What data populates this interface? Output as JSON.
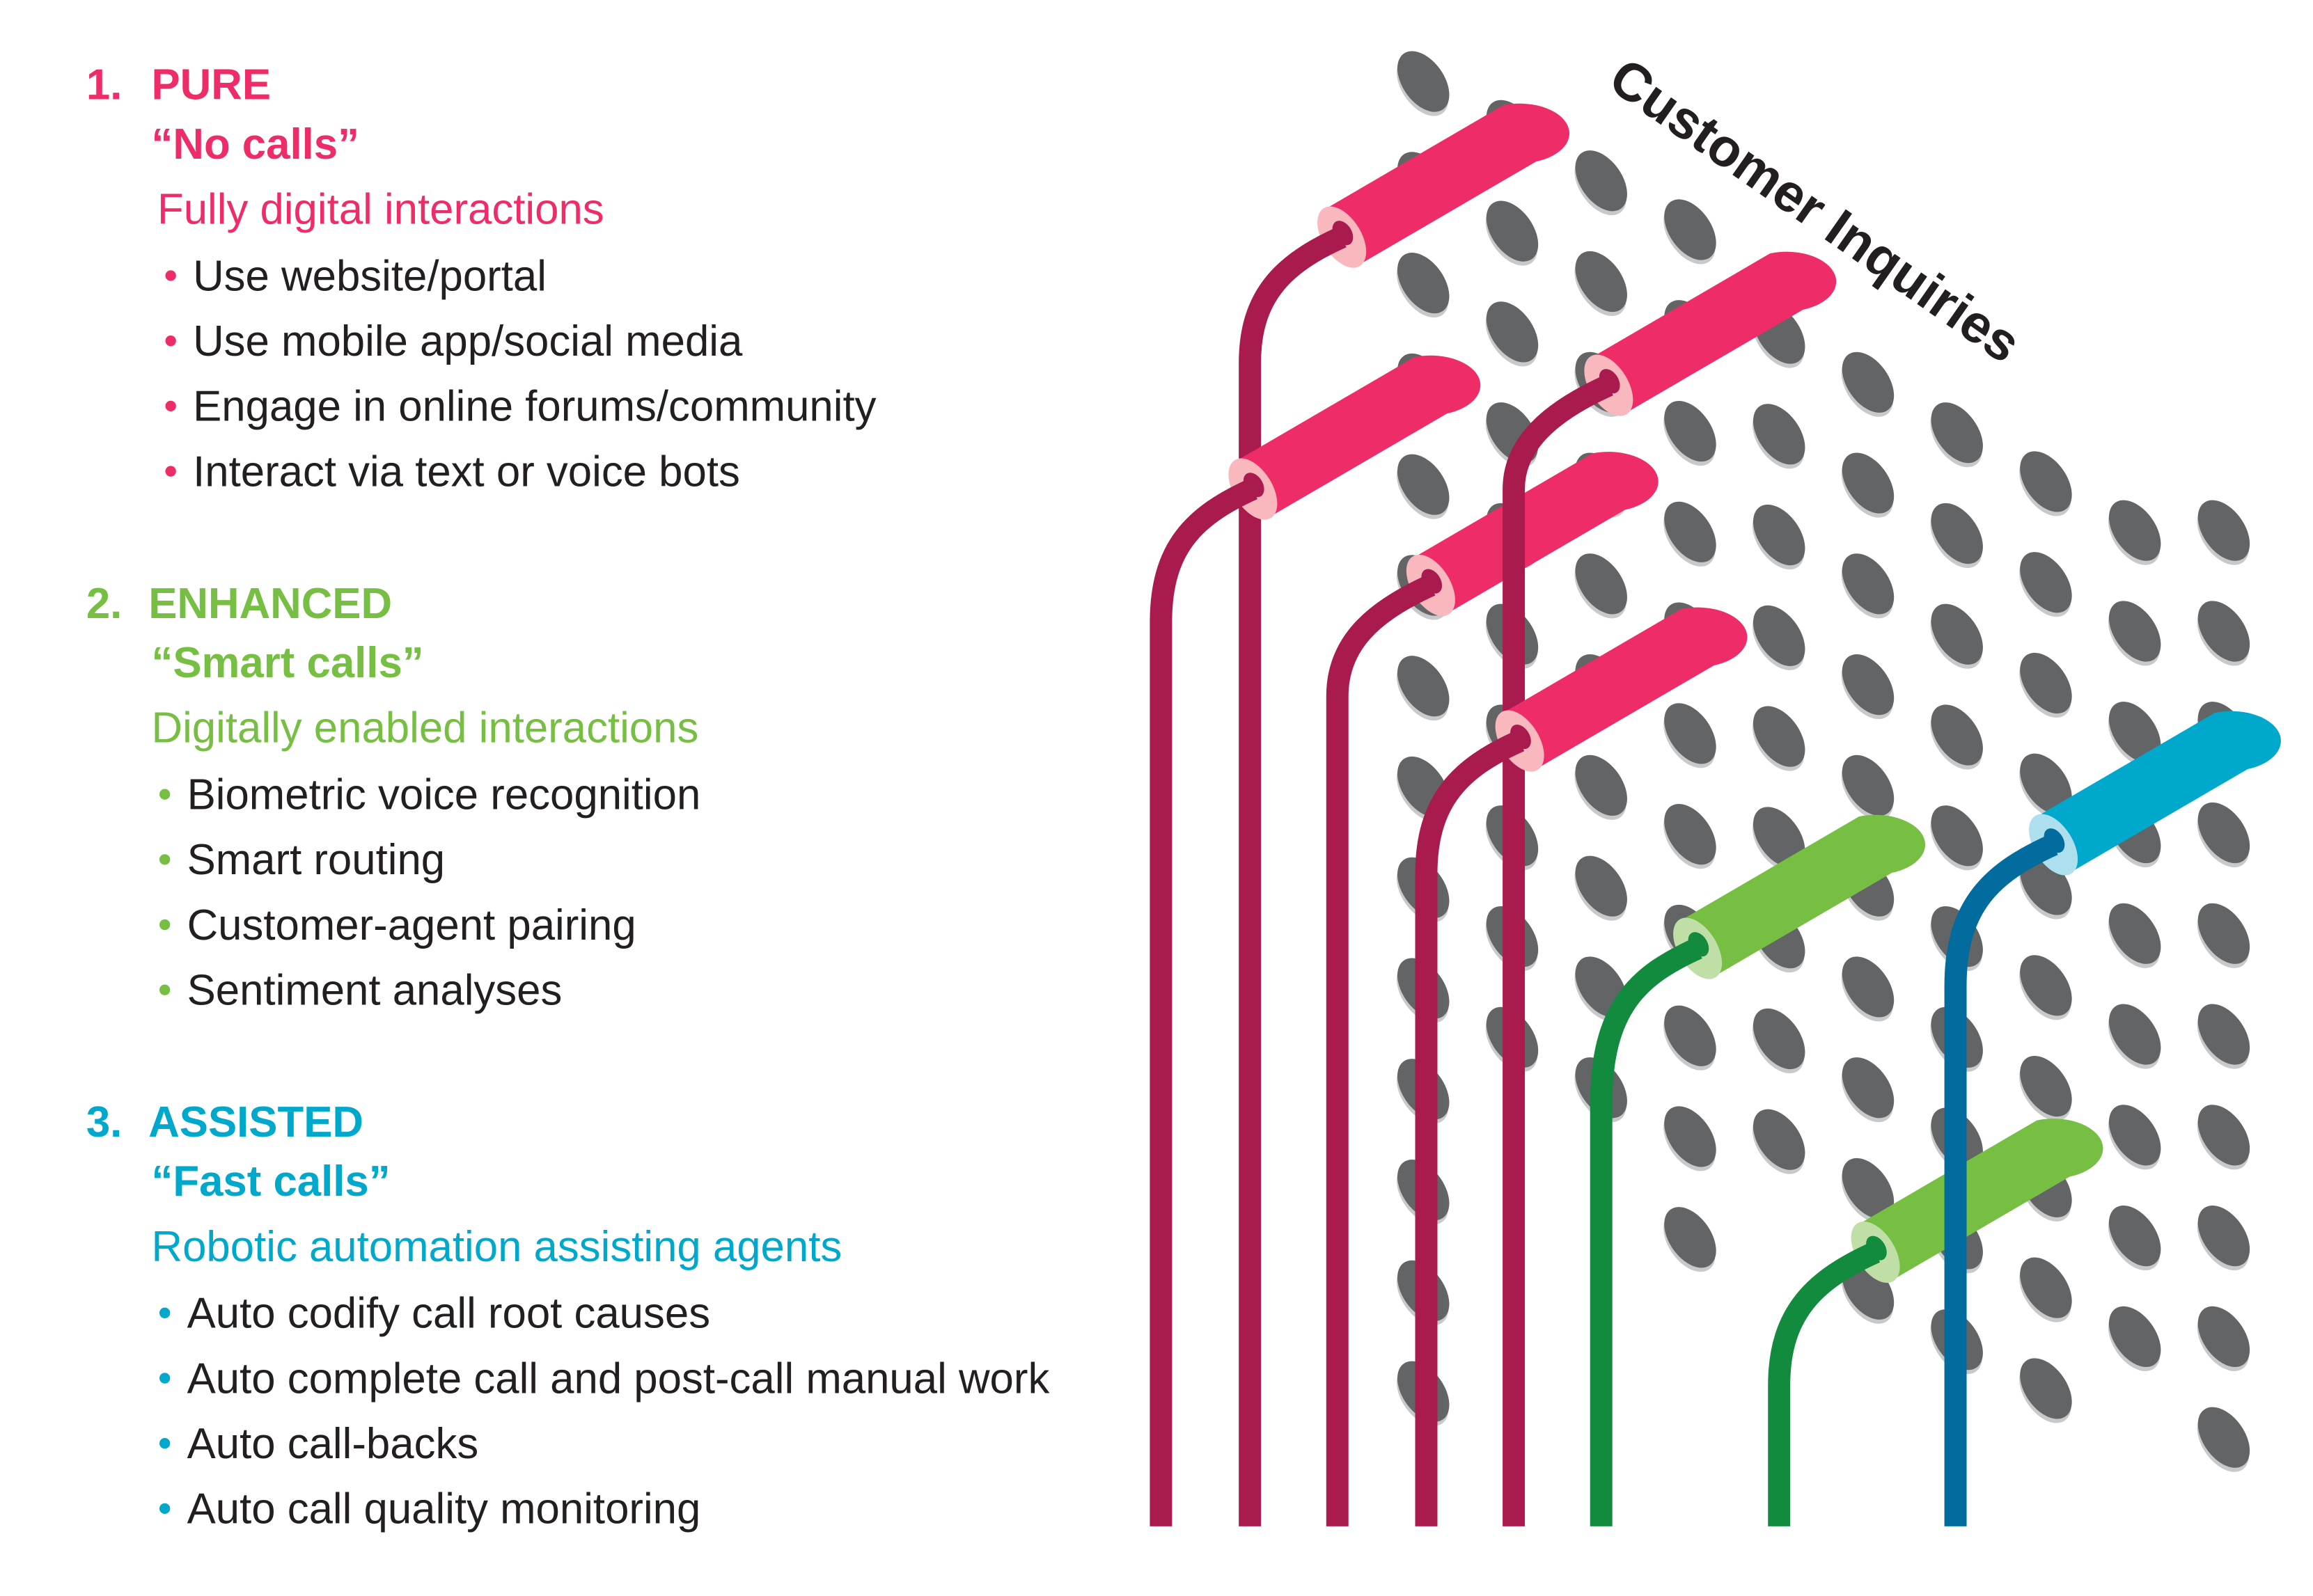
{
  "colors": {
    "pure": "#ee2d68",
    "pure_wire": "#a91b4f",
    "pure_ring": "#f8b8bd",
    "enhanced": "#76bf43",
    "enhanced_wire": "#138b3f",
    "enhanced_ring": "#c0dfa6",
    "assisted": "#00a8cb",
    "assisted_wire": "#036c9e",
    "assisted_ring": "#addfee",
    "peg": "#636466",
    "peg_shadow": "#c8c9cb",
    "text": "#231f20"
  },
  "diagram_title": "Customer Inquiries",
  "sections": [
    {
      "number": "1.",
      "name": "PURE",
      "quote": "“No calls”",
      "subtitle": "Fully digital interactions",
      "color_key": "pure",
      "items": [
        "Use website/portal",
        "Use mobile app/social media",
        "Engage in online forums/community",
        "Interact via text or voice bots"
      ]
    },
    {
      "number": "2.",
      "name": "ENHANCED",
      "quote": "“Smart calls”",
      "subtitle": "Digitally enabled interactions",
      "color_key": "enhanced",
      "items": [
        "Biometric voice recognition",
        "Smart routing",
        "Customer-agent pairing",
        "Sentiment analyses"
      ]
    },
    {
      "number": "3.",
      "name": "ASSISTED",
      "quote": "“Fast calls”",
      "subtitle": "Robotic automation assisting agents",
      "color_key": "assisted",
      "items": [
        "Auto codify call root causes",
        "Auto complete call and post-call manual work",
        "Auto call-backs",
        "Auto call quality monitoring"
      ]
    }
  ],
  "cables": [
    {
      "category": "pure"
    },
    {
      "category": "pure"
    },
    {
      "category": "pure"
    },
    {
      "category": "pure"
    },
    {
      "category": "pure"
    },
    {
      "category": "enhanced"
    },
    {
      "category": "enhanced"
    },
    {
      "category": "assisted"
    }
  ]
}
